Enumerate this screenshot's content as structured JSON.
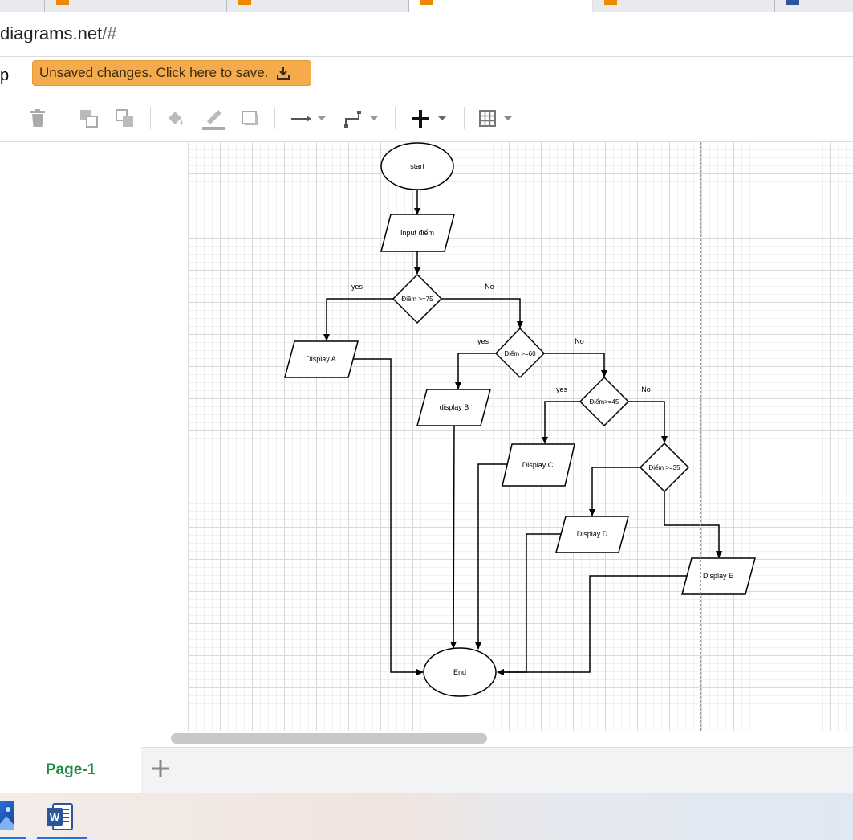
{
  "browser": {
    "url_host": "diagrams.net",
    "url_path": "/#"
  },
  "menu": {
    "fragment": "p",
    "save_banner": "Unsaved changes. Click here to save."
  },
  "toolbar": {
    "icons": [
      "delete-icon",
      "to-front-icon",
      "to-back-icon",
      "fill-color-icon",
      "line-color-icon",
      "shadow-icon",
      "connection-arrow-icon",
      "waypoints-icon",
      "insert-plus-icon",
      "table-icon"
    ]
  },
  "diagram": {
    "start": "start",
    "input": "Input điểm",
    "dec1": "Điểm >=75",
    "dec2": "Điểm >=60",
    "dec3": "Điểm>=45",
    "dec4": "Điểm >=35",
    "dispA": "Display A",
    "dispB": "display B",
    "dispC": "Display C",
    "dispD": "Display D",
    "dispE": "Display E",
    "end": "End",
    "yes1": "yes",
    "no1": "No",
    "yes2": "yes",
    "no2": "No",
    "yes3": "yes",
    "no3": "No"
  },
  "pages": {
    "current": "Page-1"
  },
  "colors": {
    "save_banner": "#f5ab4c",
    "page_tab_text": "#1e8c45",
    "drawio_orange": "#f08705",
    "word_blue": "#2b579a"
  }
}
